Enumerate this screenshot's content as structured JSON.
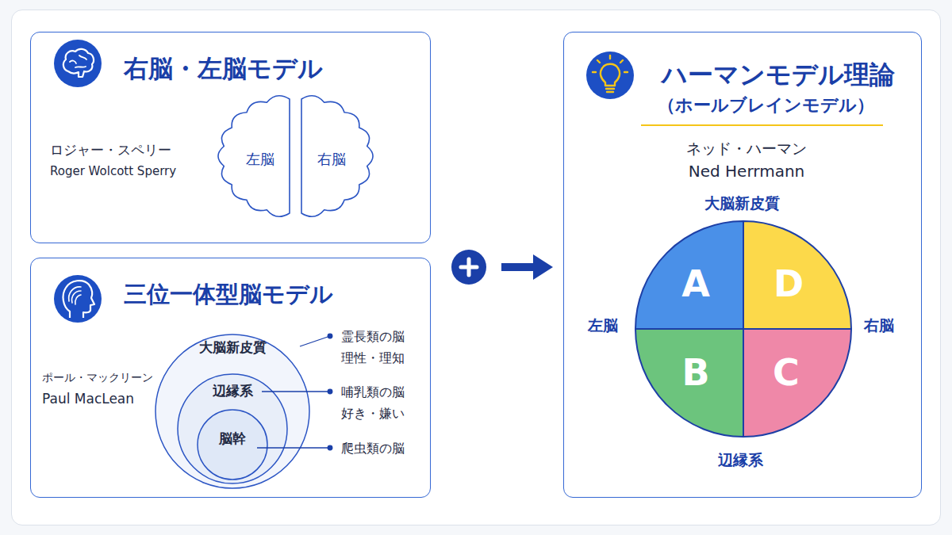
{
  "diagram": {
    "nodes": [
      {
        "text": [
          "右脳・左脳モデル",
          "ロジャー・スペリー",
          "Roger Wolcott Sperry"
        ]
      },
      {
        "text": [
          "左脳"
        ],
        "in": 0
      },
      {
        "text": [
          "右脳"
        ],
        "in": 0
      },
      {
        "text": [
          "三位一体型脳モデル",
          "ポール・マックリーン",
          "Paul MacLean"
        ]
      },
      {
        "text": [
          "大脳新皮質"
        ],
        "in": 3
      },
      {
        "text": [
          "辺縁系"
        ],
        "in": 4
      },
      {
        "text": [
          "脳幹"
        ],
        "in": 5
      },
      {
        "text": [
          "ハーマンモデル理論",
          "（ホールブレインモデル）",
          "ネッド・ハーマン",
          "Ned Herrmann"
        ]
      },
      {
        "text": [
          "A"
        ],
        "in": 7
      },
      {
        "text": [
          "D"
        ],
        "in": 7
      },
      {
        "text": [
          "B"
        ],
        "in": 7
      },
      {
        "text": [
          "C"
        ],
        "in": 7
      }
    ],
    "labels": [
      "霊長類の脳 理性・理知",
      "哺乳類の脳 好き・嫌い",
      "爬虫類の脳",
      "大脳新皮質",
      "左脳",
      "右脳",
      "辺縁系"
    ]
  }
}
